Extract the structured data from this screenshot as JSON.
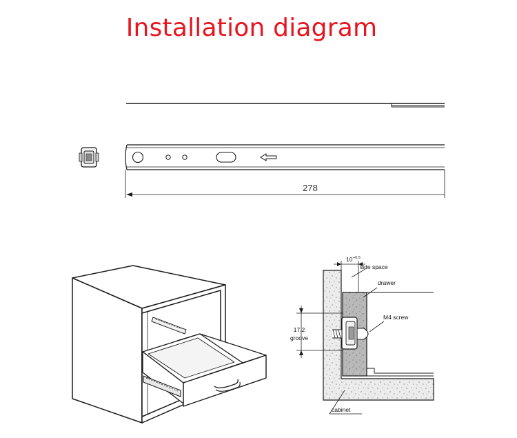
{
  "title": "Installation diagram",
  "colors": {
    "title": "#e8141e",
    "line": "#1a1a1a",
    "concrete": "#e9e9e9",
    "board": "#bdbdbd"
  },
  "rail": {
    "length_label": "278"
  },
  "detail": {
    "side_space_value": "10",
    "side_space_tolerance": "+0.5",
    "side_space_label": "side space",
    "drawer_label": "drawer",
    "screw_label": "M4 screw",
    "groove_value": "17.2",
    "groove_label": "groove",
    "cabinet_label": "cabinet"
  }
}
